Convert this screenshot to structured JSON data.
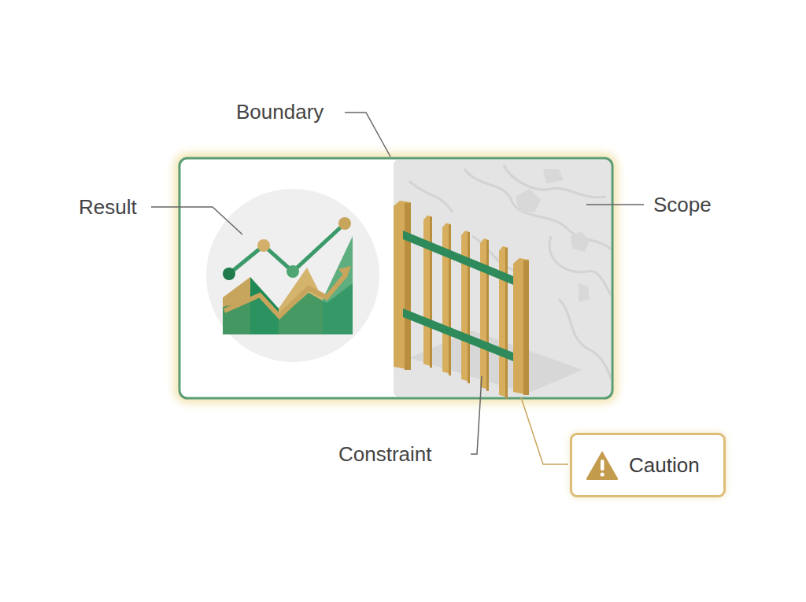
{
  "diagram": {
    "nodes": [
      {
        "text": [
          "Caution"
        ]
      }
    ],
    "labels": [
      "Boundary",
      "Result",
      "Scope",
      "Constraint"
    ]
  }
}
